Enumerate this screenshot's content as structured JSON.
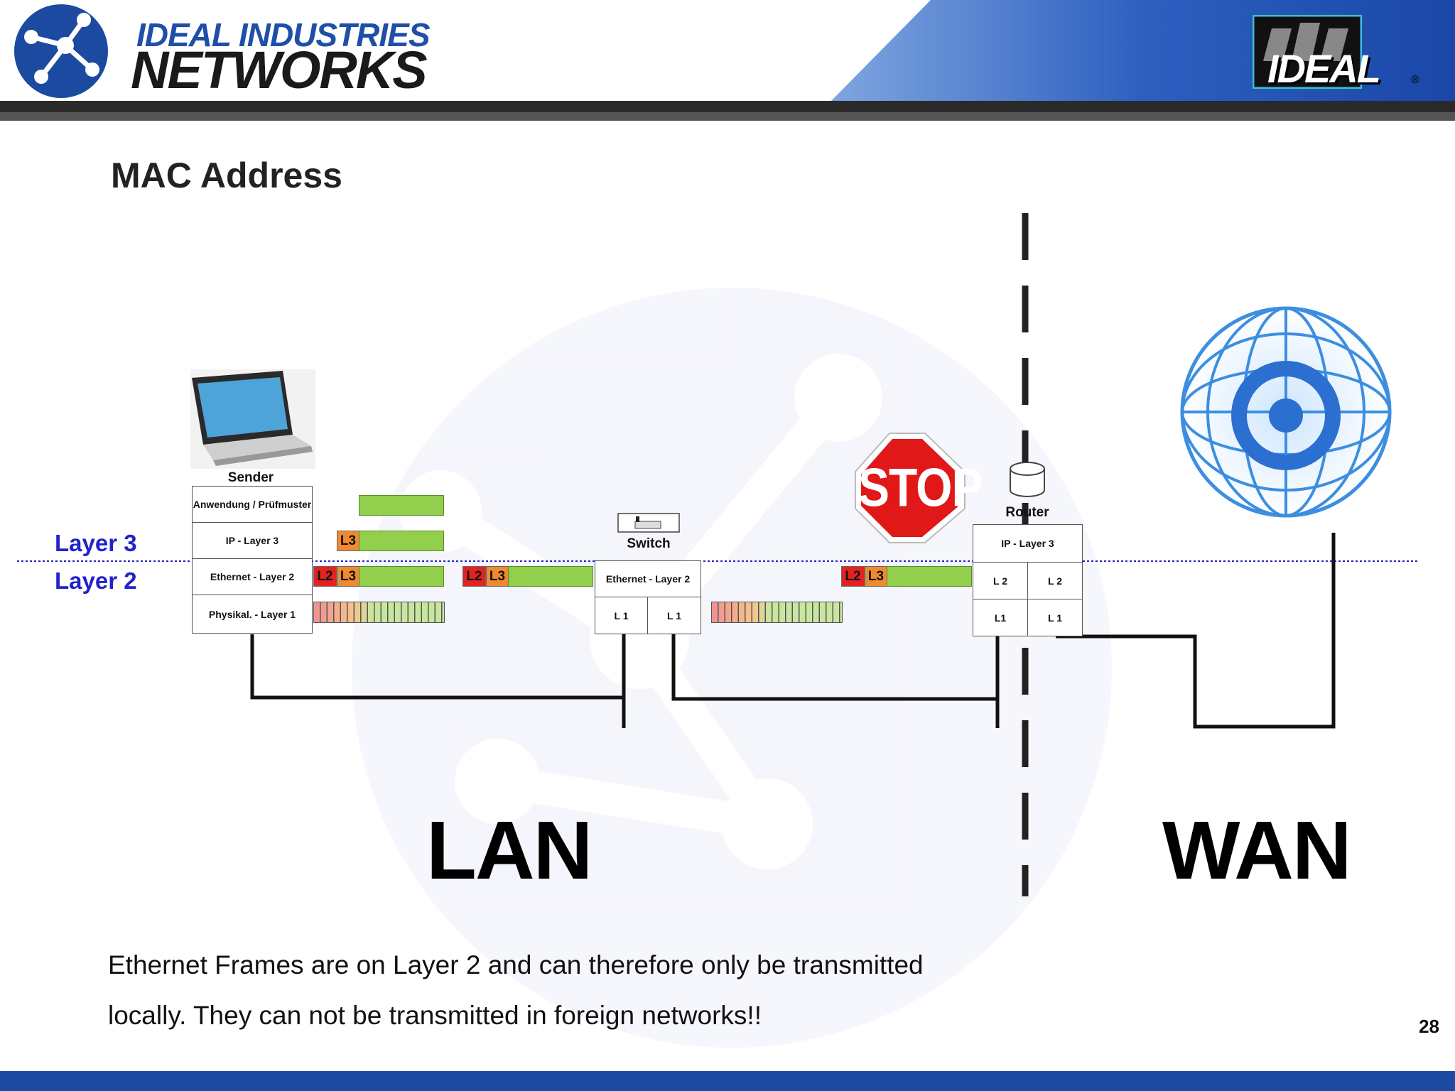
{
  "header": {
    "brand_line1": "IDEAL INDUSTRIES",
    "brand_line2": "NETWORKS",
    "logo_text": "IDEAL",
    "logo_mark": "®",
    "colors": {
      "brand_blue": "#1f4fa8",
      "band_dark": "#2a2a2a",
      "footer_blue": "#1b4aa0"
    }
  },
  "slide": {
    "title": "MAC Address",
    "page_number": "28"
  },
  "layers": {
    "layer3_label": "Layer 3",
    "layer2_label": "Layer 2",
    "label_color": "#2222cc"
  },
  "sender": {
    "label": "Sender",
    "rows": [
      "Anwendung / Prüfmuster",
      "IP - Layer 3",
      "Ethernet - Layer 2",
      "Physikal. - Layer 1"
    ]
  },
  "switch": {
    "label": "Switch",
    "top": "Ethernet - Layer 2",
    "left_port": "L 1",
    "right_port": "L 1"
  },
  "router": {
    "label": "Router",
    "top": "IP - Layer 3",
    "l2_left": "L 2",
    "l2_right": "L 2",
    "l1_left": "L1",
    "l1_right": "L 1"
  },
  "frames": {
    "l2": "L2",
    "l3": "L3",
    "colors": {
      "l2": "#e32222",
      "l3": "#f08a30",
      "payload": "#92cf4d"
    }
  },
  "stop_sign": "STOP",
  "zones": {
    "lan": "LAN",
    "wan": "WAN"
  },
  "body": {
    "line1": "Ethernet Frames are on Layer 2 and can therefore only be transmitted",
    "line2": "locally. They can not be transmitted in foreign networks!!"
  }
}
